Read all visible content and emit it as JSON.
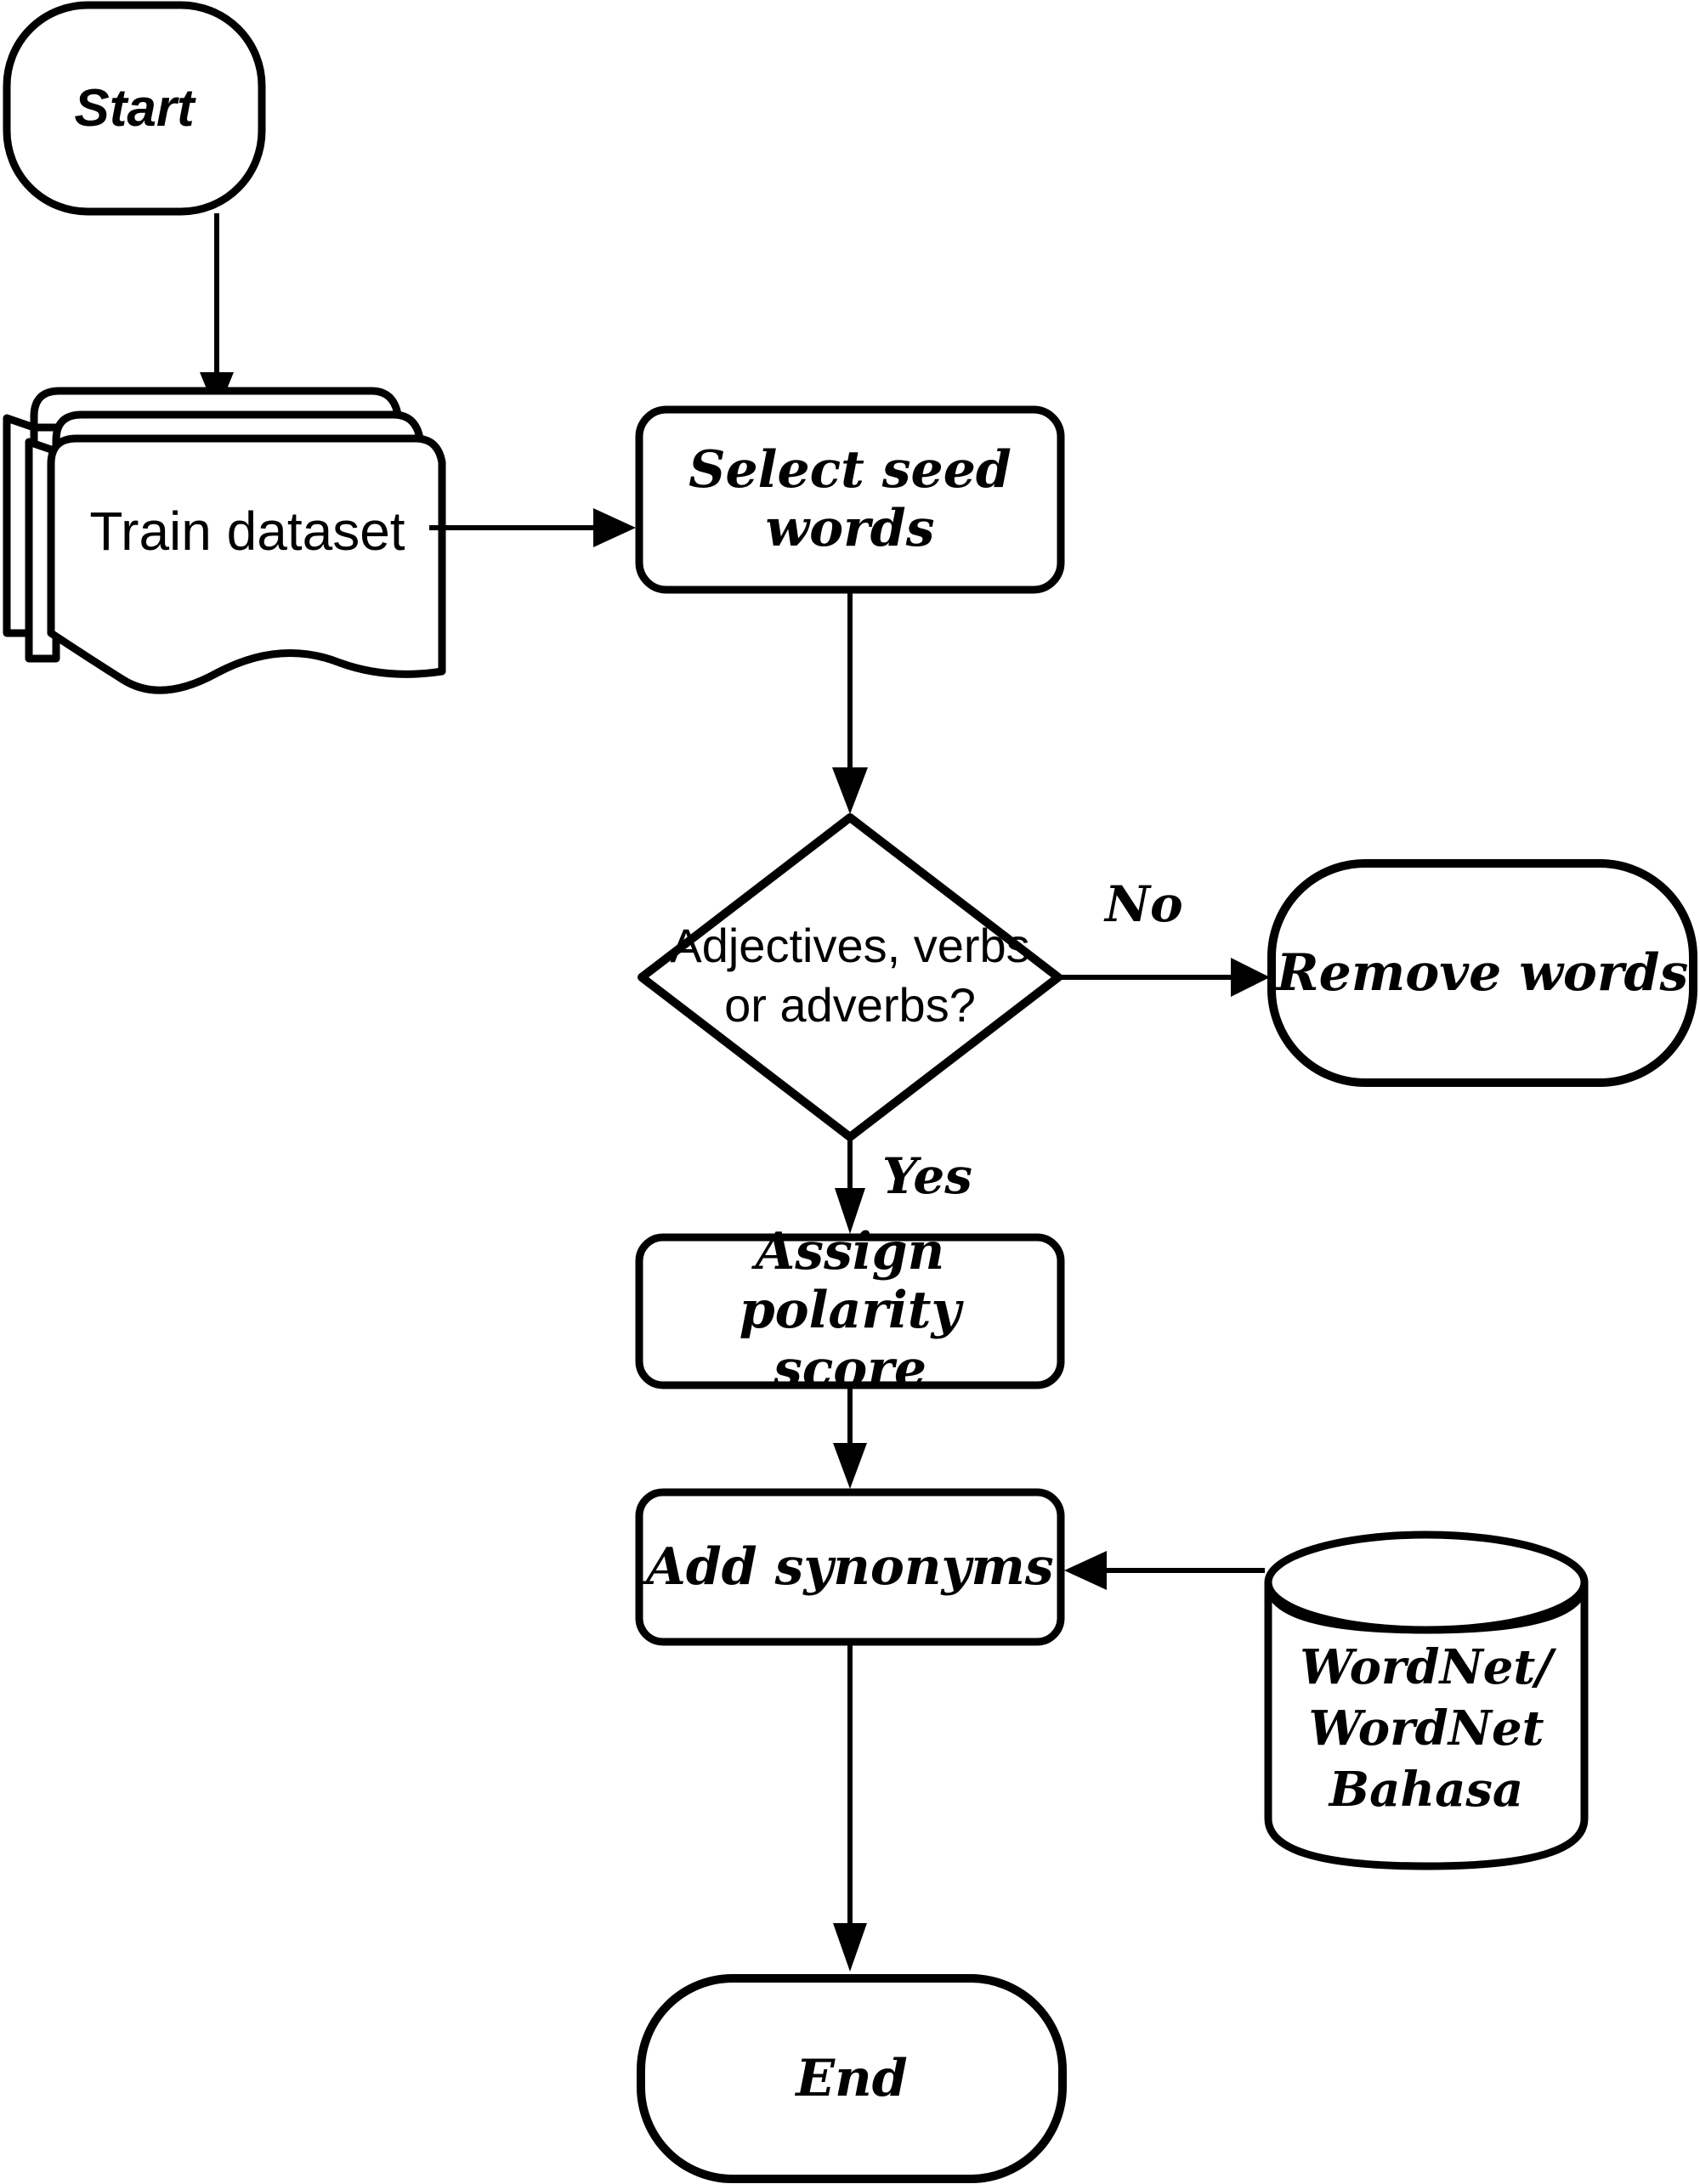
{
  "diagram": {
    "title": "Sentiment lexicon construction flowchart",
    "background_color": "#ffffff",
    "stroke_color": "#000000"
  },
  "nodes": {
    "start": {
      "label": "Start",
      "shape": "stadium",
      "role": "terminator"
    },
    "train_dataset": {
      "label": "Train dataset",
      "shape": "multi-document",
      "role": "data"
    },
    "select_seed_words": {
      "label": "Select seed\nwords",
      "shape": "rounded-rectangle",
      "role": "process"
    },
    "decision_pos": {
      "label": "Adjectives, verbs\nor adverbs?",
      "shape": "diamond",
      "role": "decision"
    },
    "remove_words": {
      "label": "Remove words",
      "shape": "stadium",
      "role": "process"
    },
    "assign_polarity_score": {
      "label": "Assign polarity\nscore",
      "shape": "rounded-rectangle",
      "role": "process"
    },
    "add_synonyms": {
      "label": "Add synonyms",
      "shape": "rounded-rectangle",
      "role": "process"
    },
    "wordnet_db": {
      "label": "WordNet/\nWordNet\nBahasa",
      "shape": "cylinder",
      "role": "database"
    },
    "end": {
      "label": "End",
      "shape": "stadium",
      "role": "terminator"
    }
  },
  "edges": [
    {
      "from": "start",
      "to": "train_dataset",
      "label": ""
    },
    {
      "from": "train_dataset",
      "to": "select_seed_words",
      "label": ""
    },
    {
      "from": "select_seed_words",
      "to": "decision_pos",
      "label": ""
    },
    {
      "from": "decision_pos",
      "to": "remove_words",
      "label": "No"
    },
    {
      "from": "decision_pos",
      "to": "assign_polarity_score",
      "label": "Yes"
    },
    {
      "from": "assign_polarity_score",
      "to": "add_synonyms",
      "label": ""
    },
    {
      "from": "wordnet_db",
      "to": "add_synonyms",
      "label": ""
    },
    {
      "from": "add_synonyms",
      "to": "end",
      "label": ""
    }
  ],
  "edge_labels": {
    "no": "No",
    "yes": "Yes"
  }
}
